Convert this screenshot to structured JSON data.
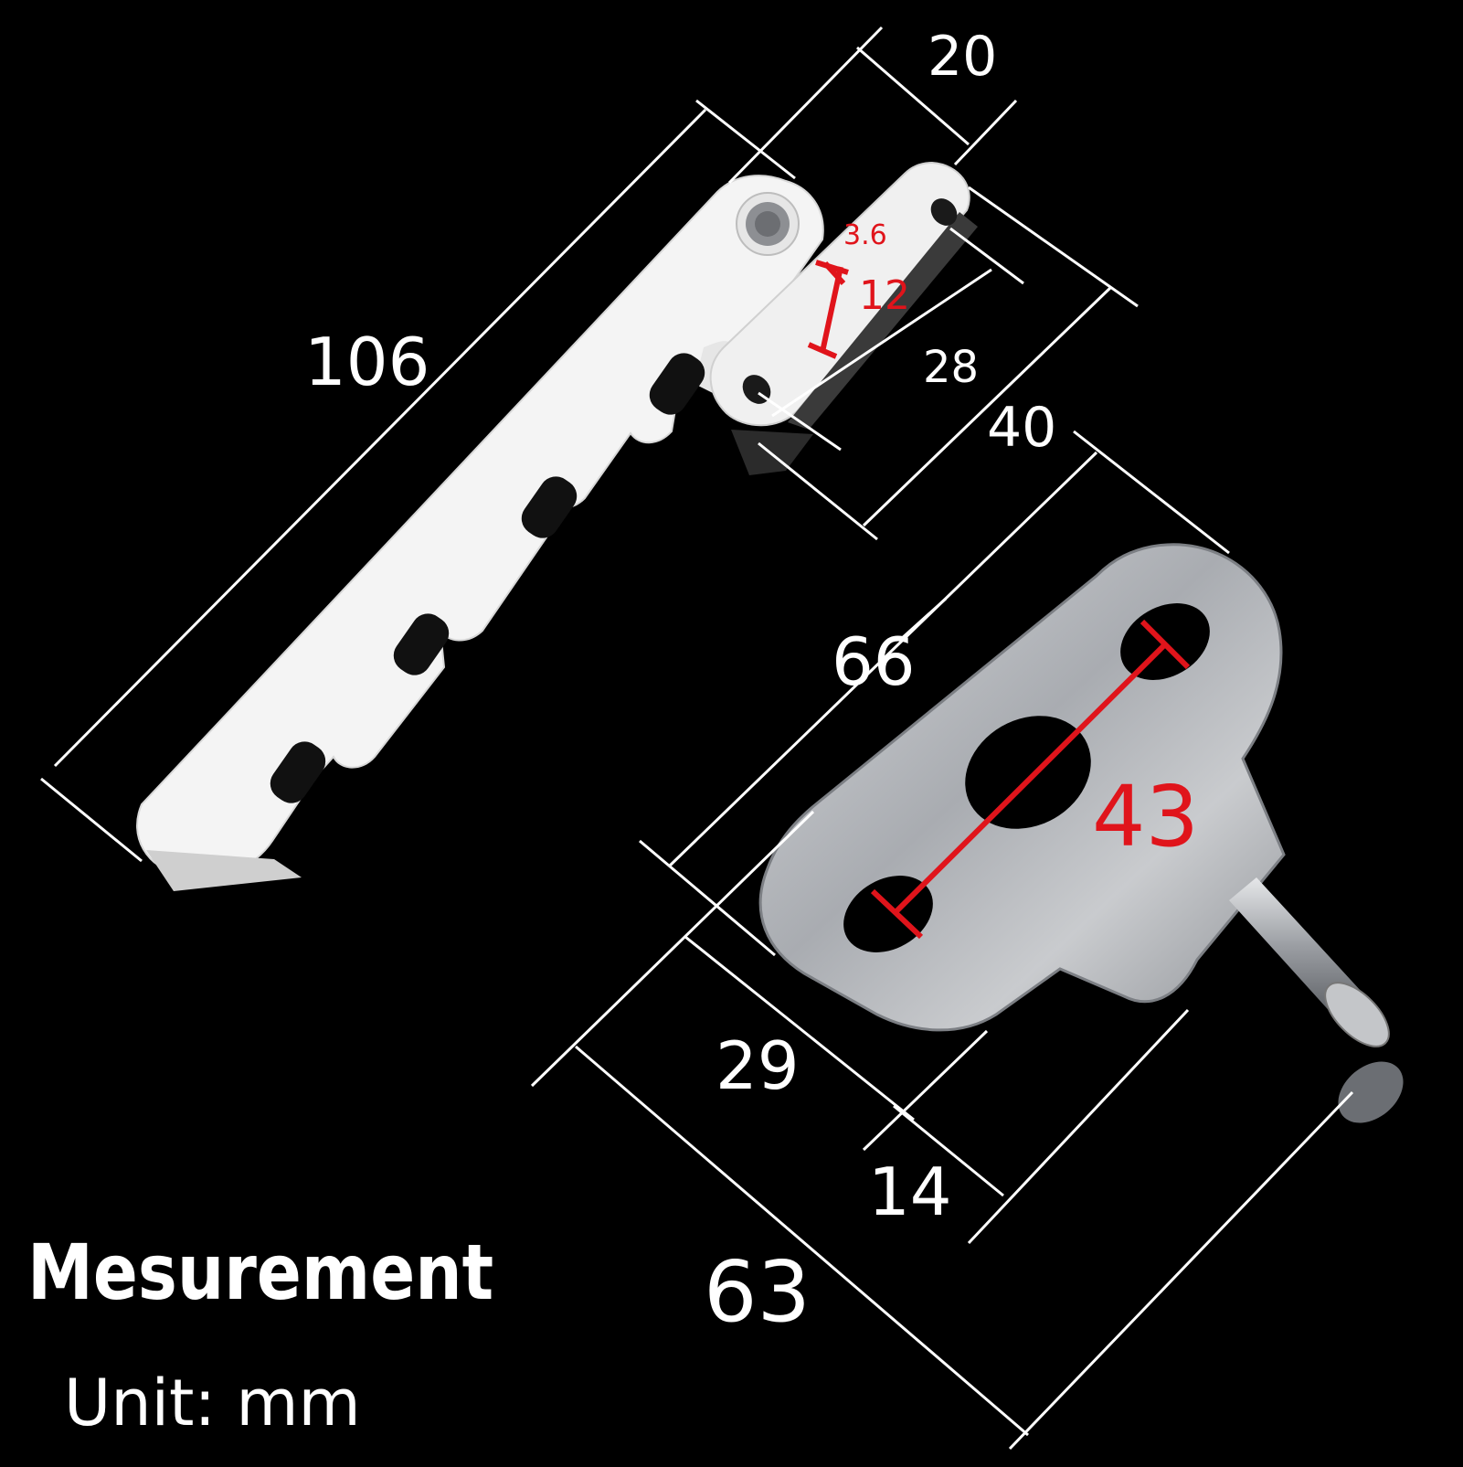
{
  "title": "Mesurement",
  "unit": "Unit: mm",
  "colors": {
    "background": "#000000",
    "dimension_line": "#ffffff",
    "highlight": "#e0141b",
    "plastic": "#f4f4f4",
    "metal": "#b9bcc0"
  },
  "dimensions": {
    "d106": "106",
    "d20": "20",
    "d3_6": "3.6",
    "d12": "12",
    "d28": "28",
    "d40": "40",
    "d66": "66",
    "d43": "43",
    "d29": "29",
    "d14": "14",
    "d63": "63"
  }
}
